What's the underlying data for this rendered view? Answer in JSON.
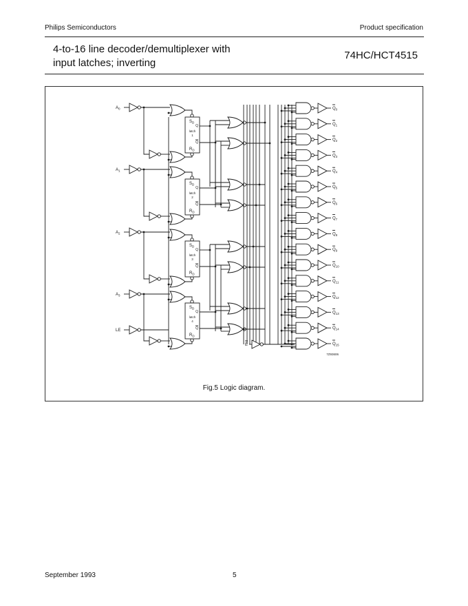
{
  "header": {
    "company": "Philips Semiconductors",
    "doc_type": "Product specification",
    "title_line1": "4-to-16 line decoder/demultiplexer with",
    "title_line2": "input latches; inverting",
    "part_number": "74HC/HCT4515"
  },
  "figure": {
    "caption": "Fig.5  Logic diagram.",
    "drawing_code": "7Z93606",
    "inputs": [
      {
        "label": "A",
        "sub": "0"
      },
      {
        "label": "A",
        "sub": "1"
      },
      {
        "label": "A",
        "sub": "2"
      },
      {
        "label": "A",
        "sub": "3"
      },
      {
        "label": "LE",
        "sub": ""
      }
    ],
    "enable_input": {
      "label": "E",
      "overline": true
    },
    "latches": [
      {
        "name": "latch",
        "index": "1",
        "set": "S",
        "set_sub": "D",
        "reset": "R",
        "reset_sub": "D",
        "q": "Q",
        "qbar": "Q"
      },
      {
        "name": "latch",
        "index": "2",
        "set": "S",
        "set_sub": "D",
        "reset": "R",
        "reset_sub": "D",
        "q": "Q",
        "qbar": "Q"
      },
      {
        "name": "latch",
        "index": "3",
        "set": "S",
        "set_sub": "D",
        "reset": "R",
        "reset_sub": "D",
        "q": "Q",
        "qbar": "Q"
      },
      {
        "name": "latch",
        "index": "4",
        "set": "S",
        "set_sub": "D",
        "reset": "R",
        "reset_sub": "D",
        "q": "Q",
        "qbar": "Q"
      }
    ],
    "outputs": [
      {
        "label": "Q",
        "sub": "0"
      },
      {
        "label": "Q",
        "sub": "1"
      },
      {
        "label": "Q",
        "sub": "2"
      },
      {
        "label": "Q",
        "sub": "3"
      },
      {
        "label": "Q",
        "sub": "4"
      },
      {
        "label": "Q",
        "sub": "5"
      },
      {
        "label": "Q",
        "sub": "6"
      },
      {
        "label": "Q",
        "sub": "7"
      },
      {
        "label": "Q",
        "sub": "8"
      },
      {
        "label": "Q",
        "sub": "9"
      },
      {
        "label": "Q",
        "sub": "10"
      },
      {
        "label": "Q",
        "sub": "11"
      },
      {
        "label": "Q",
        "sub": "12"
      },
      {
        "label": "Q",
        "sub": "13"
      },
      {
        "label": "Q",
        "sub": "14"
      },
      {
        "label": "Q",
        "sub": "15"
      }
    ]
  },
  "footer": {
    "date": "September 1993",
    "page": "5"
  }
}
